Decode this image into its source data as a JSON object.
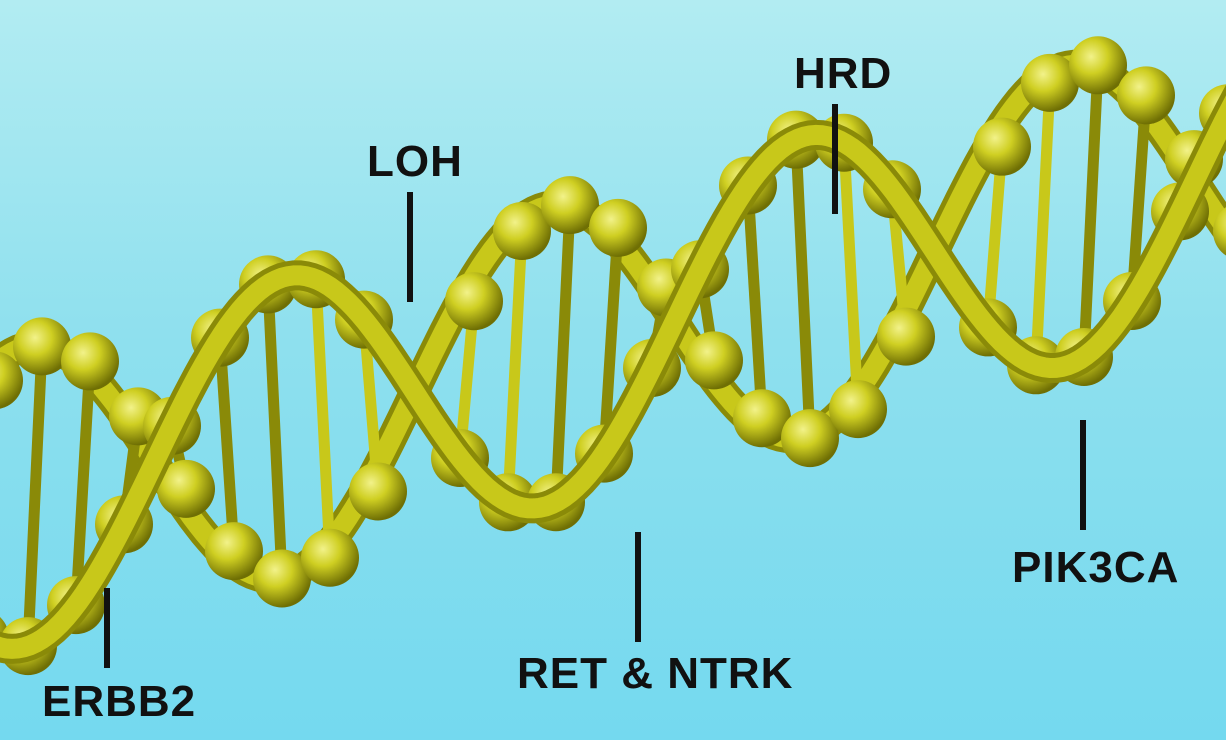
{
  "labels": {
    "erbb2": "ERBB2",
    "loh": "LOH",
    "ret_ntrk": "RET & NTRK",
    "hrd": "HRD",
    "pik3ca": "PIK3CA"
  },
  "colors": {
    "background_top": "#b2ecf2",
    "background_bottom": "#74d9ef",
    "helix": "#c8c81a",
    "helix_dark": "#8a8a08",
    "label": "#111111"
  }
}
